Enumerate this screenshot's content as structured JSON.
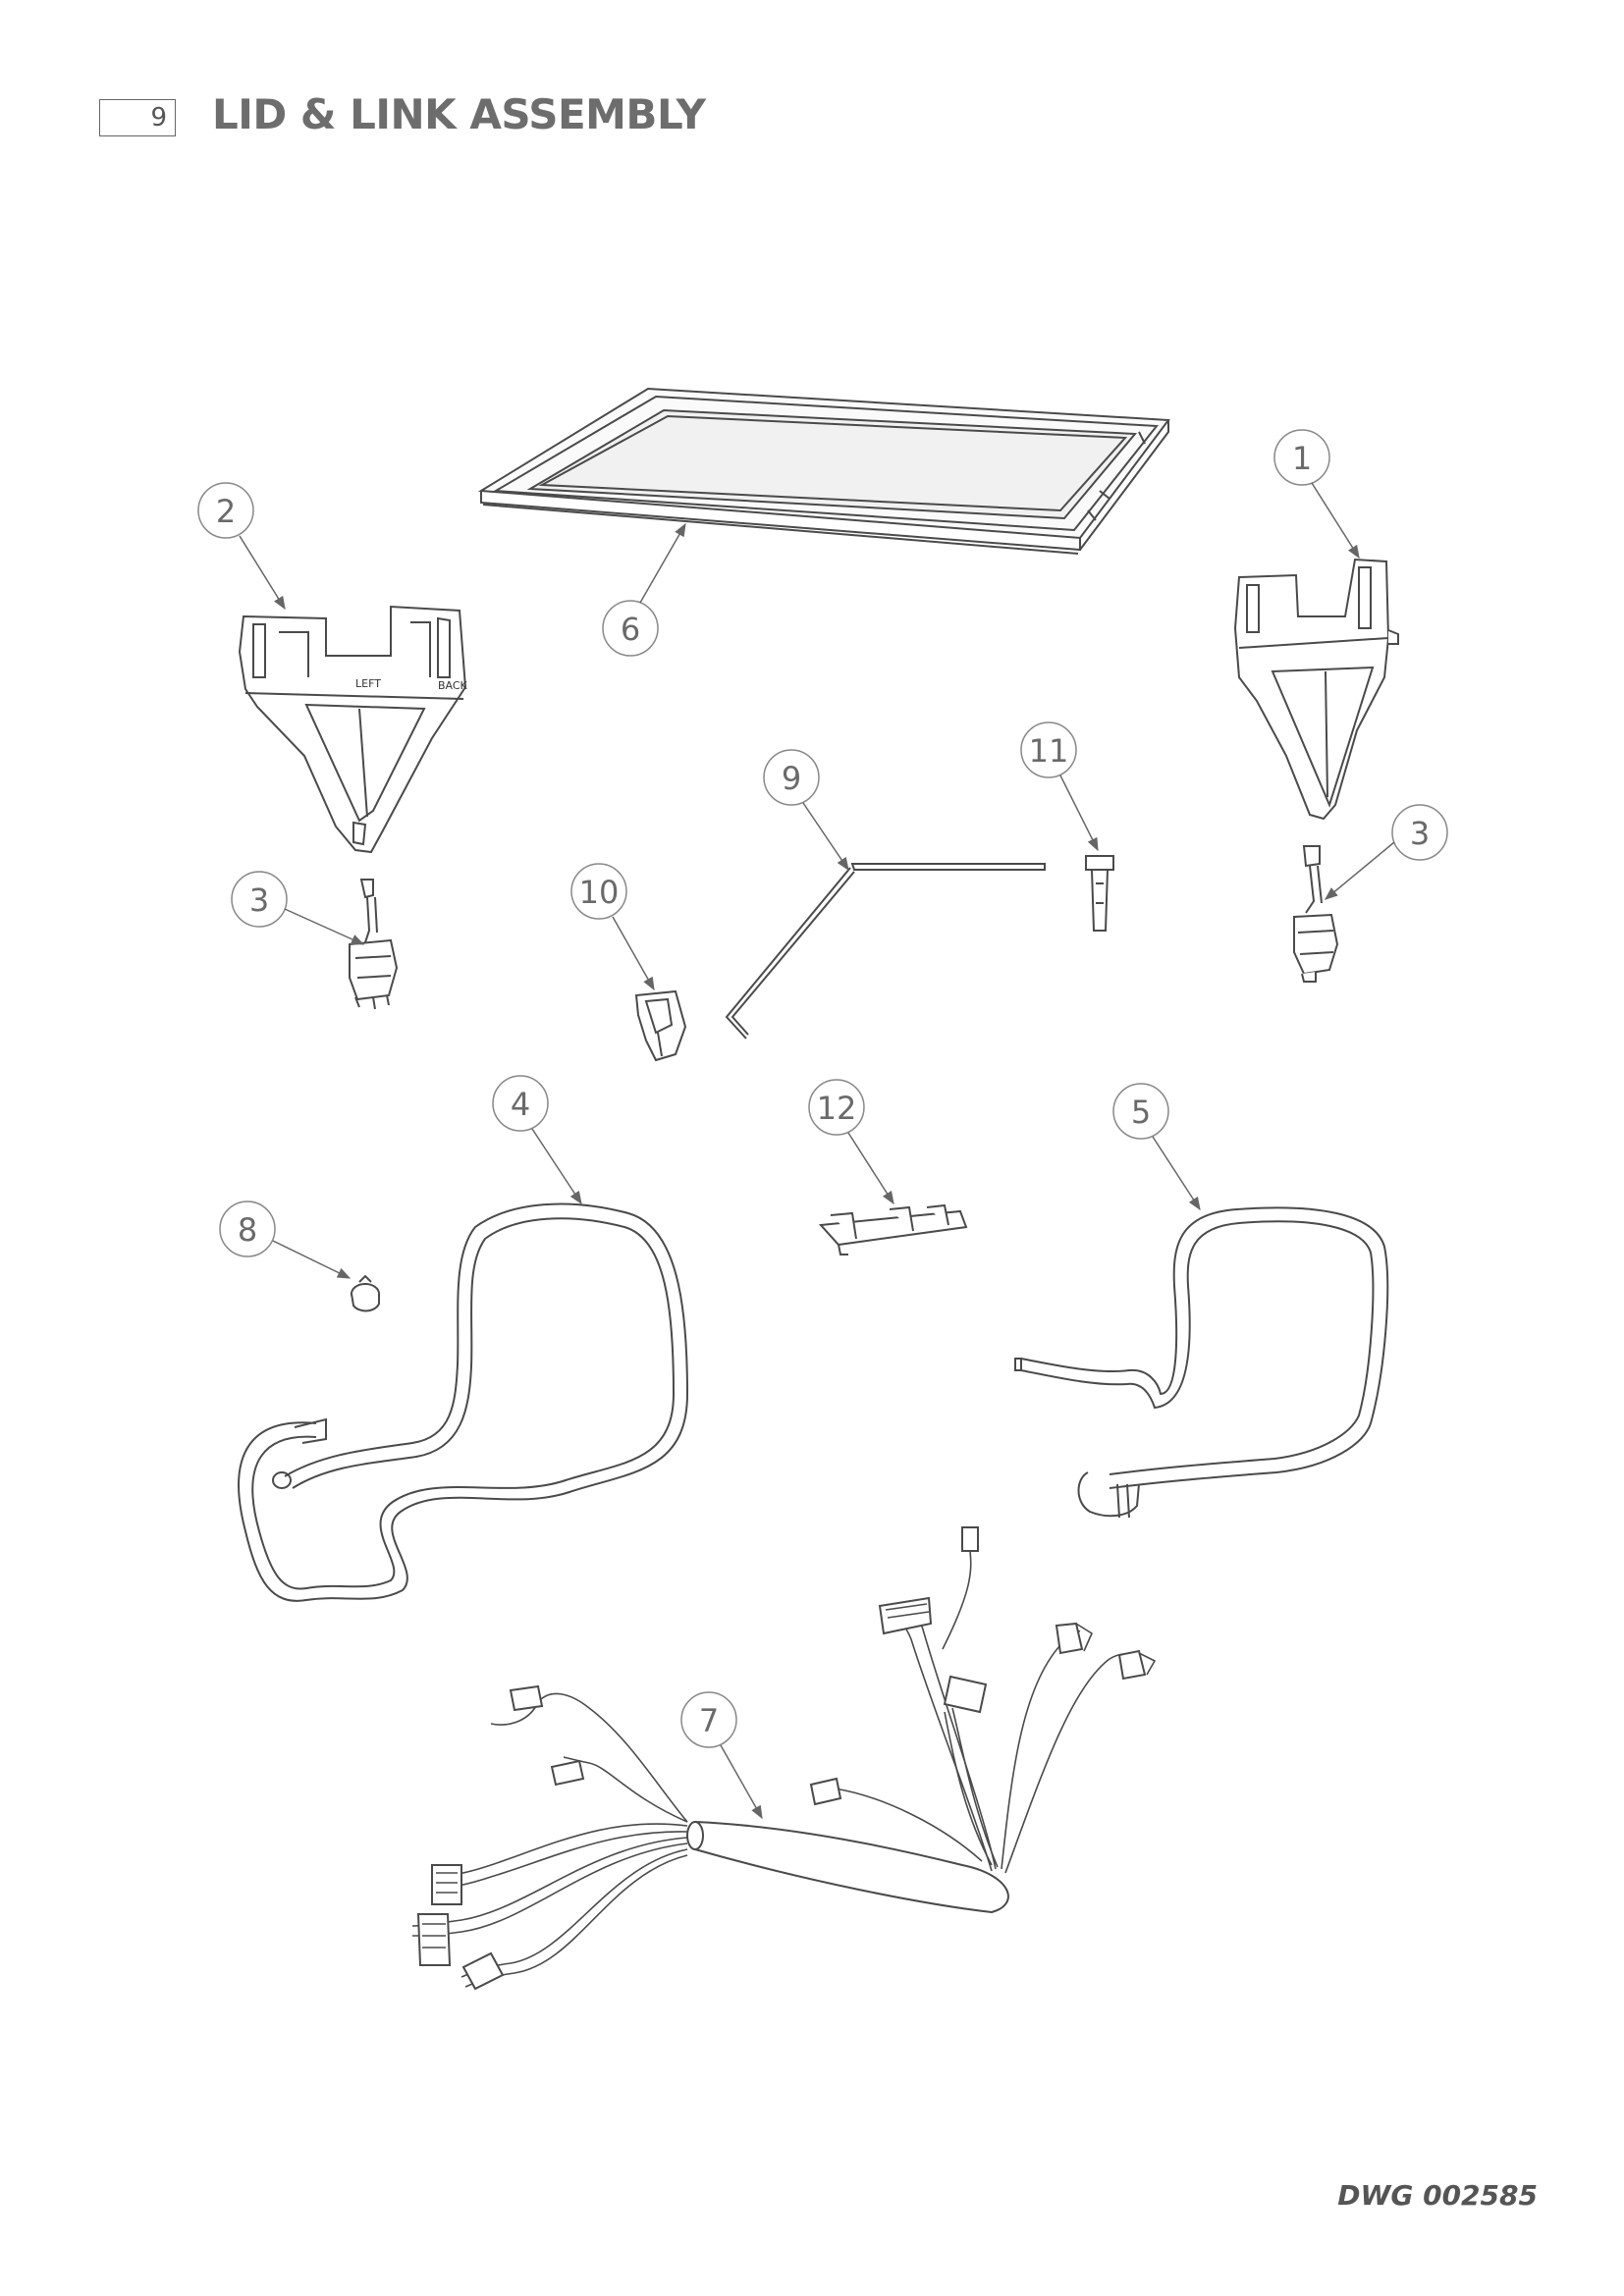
{
  "header": {
    "section_number": "9",
    "title": "LID & LINK ASSEMBLY"
  },
  "drawing_number": "DWG 002585",
  "part_markings": {
    "left_bracket": [
      "LEFT",
      "BACK"
    ]
  },
  "callouts": [
    {
      "id": "c1",
      "label": "1"
    },
    {
      "id": "c2",
      "label": "2"
    },
    {
      "id": "c3a",
      "label": "3"
    },
    {
      "id": "c3b",
      "label": "3"
    },
    {
      "id": "c4",
      "label": "4"
    },
    {
      "id": "c5",
      "label": "5"
    },
    {
      "id": "c6",
      "label": "6"
    },
    {
      "id": "c7",
      "label": "7"
    },
    {
      "id": "c8",
      "label": "8"
    },
    {
      "id": "c9",
      "label": "9"
    },
    {
      "id": "c10",
      "label": "10"
    },
    {
      "id": "c11",
      "label": "11"
    },
    {
      "id": "c12",
      "label": "12"
    }
  ],
  "colors": {
    "line": "#4a4a4a",
    "callout": "#888888",
    "text": "#6a6a6a"
  }
}
